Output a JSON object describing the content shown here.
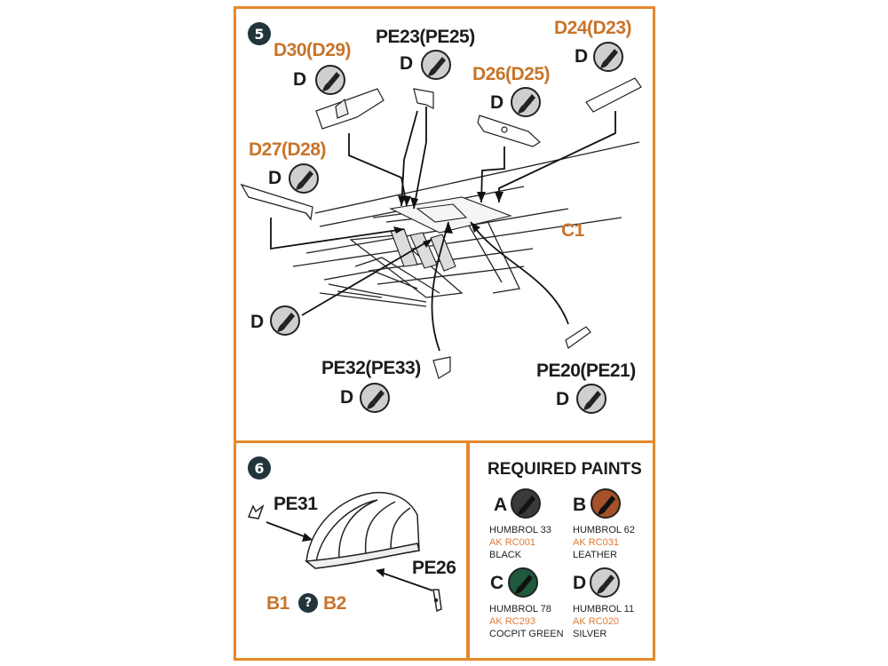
{
  "step5": {
    "number": "5",
    "part_c1": "C1",
    "callouts": [
      {
        "id": "d30",
        "label": "D30(D29)",
        "paint": "D"
      },
      {
        "id": "pe23",
        "label": "PE23(PE25)",
        "paint": "D"
      },
      {
        "id": "d26",
        "label": "D26(D25)",
        "paint": "D"
      },
      {
        "id": "d24",
        "label": "D24(D23)",
        "paint": "D"
      },
      {
        "id": "d27",
        "label": "D27(D28)",
        "paint": "D"
      },
      {
        "id": "floor",
        "label": "",
        "paint": "D"
      },
      {
        "id": "pe32",
        "label": "PE32(PE33)",
        "paint": "D"
      },
      {
        "id": "pe20",
        "label": "PE20(PE21)",
        "paint": "D"
      }
    ]
  },
  "step6": {
    "number": "6",
    "pe31": "PE31",
    "pe26": "PE26",
    "b1": "B1",
    "b2": "B2",
    "choice_mark": "?"
  },
  "required_paints": {
    "title": "REQUIRED PAINTS",
    "paints": [
      {
        "letter": "A",
        "humbrol": "HUMBROL 33",
        "ak": "AK RC001",
        "name": "BLACK",
        "color": "#3a3a3a"
      },
      {
        "letter": "B",
        "humbrol": "HUMBROL 62",
        "ak": "AK RC031",
        "name": "LEATHER",
        "color": "#a5512a"
      },
      {
        "letter": "C",
        "humbrol": "HUMBROL 78",
        "ak": "AK RC293",
        "name": "COCPIT GREEN",
        "color": "#1f5a3d"
      },
      {
        "letter": "D",
        "humbrol": "HUMBROL 11",
        "ak": "AK RC020",
        "name": "SILVER",
        "color": "#cfcfcf"
      }
    ]
  },
  "colors": {
    "frame": "#e5892b",
    "label_orange": "#c8742a",
    "badge": "#22343c",
    "silver_swatch": "#cfcfcf"
  }
}
